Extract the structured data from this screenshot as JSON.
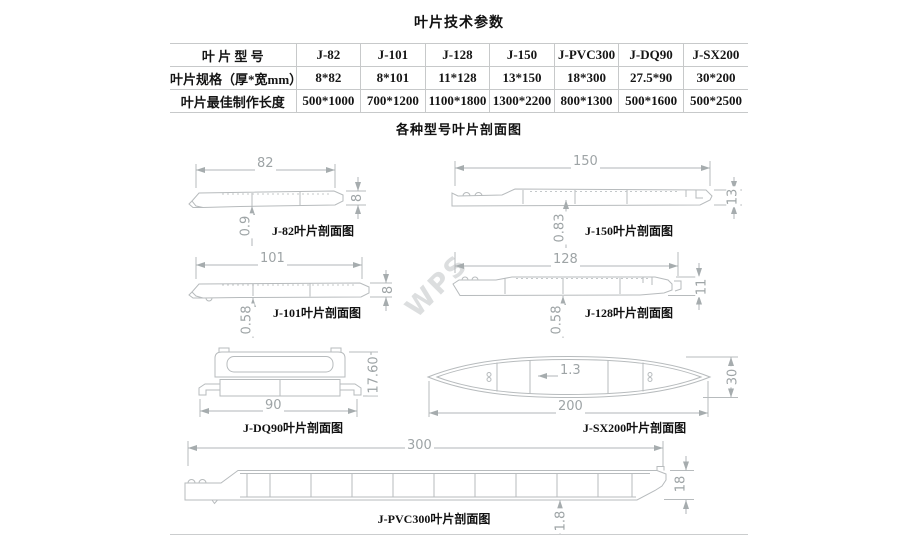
{
  "page": {
    "title": "叶片技术参数",
    "subtitle": "各种型号叶片剖面图",
    "watermark": "WPS"
  },
  "table": {
    "rows": [
      [
        "叶 片 型 号",
        "J-82",
        "J-101",
        "J-128",
        "J-150",
        "J-PVC300",
        "J-DQ90",
        "J-SX200"
      ],
      [
        "叶片规格（厚*宽mm）",
        "8*82",
        "8*101",
        "11*128",
        "13*150",
        "18*300",
        "27.5*90",
        "30*200"
      ],
      [
        "叶片最佳制作长度",
        "500*1000",
        "700*1200",
        "1100*1800",
        "1300*2200",
        "800*1300",
        "500*1600",
        "500*2500"
      ]
    ]
  },
  "diagrams": {
    "j82": {
      "caption": "J-82叶片剖面图",
      "width": "82",
      "height": "8",
      "wall": "0.9"
    },
    "j150": {
      "caption": "J-150叶片剖面图",
      "width": "150",
      "height": "13",
      "wall": "0.83"
    },
    "j101": {
      "caption": "J-101叶片剖面图",
      "width": "101",
      "height": "8",
      "wall": "0.58"
    },
    "j128": {
      "caption": "J-128叶片剖面图",
      "width": "128",
      "height": "11",
      "wall": "0.58"
    },
    "jdq90": {
      "caption": "J-DQ90叶片剖面图",
      "width": "90",
      "height": "17.60"
    },
    "jsx200": {
      "caption": "J-SX200叶片剖面图",
      "width": "200",
      "height": "30",
      "wall": "1.3"
    },
    "jpvc300": {
      "caption": "J-PVC300叶片剖面图",
      "width": "300",
      "height": "18",
      "wall": "1.8"
    }
  }
}
